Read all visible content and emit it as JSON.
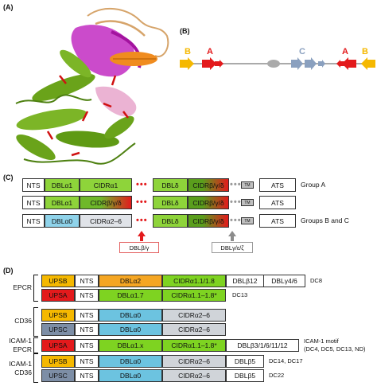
{
  "panels": {
    "a": "(A)",
    "b": "(B)",
    "c": "(C)",
    "d": "(D)"
  },
  "panel_b": {
    "genes": [
      {
        "letter": "B",
        "color": "#f5b800",
        "direction": "right"
      },
      {
        "letter": "A",
        "color": "#e31a1c",
        "direction": "right"
      },
      {
        "letter": "C",
        "color": "#8aa0bf",
        "direction": "right"
      },
      {
        "letter": "A",
        "color": "#e31a1c",
        "direction": "left"
      },
      {
        "letter": "B",
        "color": "#f5b800",
        "direction": "left"
      }
    ]
  },
  "panel_c": {
    "rows": [
      {
        "nts": "NTS",
        "dbl1": "DBLα1",
        "cidr1": "CIDRα1",
        "dbl2": "DBLδ",
        "cidr2": "CIDRβ/γ/δ",
        "tm": "TM",
        "ats": "ATS",
        "group": "Group A"
      },
      {
        "nts": "NTS",
        "dbl1": "DBLα1",
        "cidr1": "CIDRβ/γ/δ",
        "dbl2": "DBLδ",
        "cidr2": "CIDRβ/γ/δ",
        "tm": "TM",
        "ats": "ATS",
        "group": ""
      },
      {
        "nts": "NTS",
        "dbl1": "DBLα0",
        "cidr1": "CIDRα2–6",
        "dbl2": "DBLδ",
        "cidr2": "CIDRβ/γ/δ",
        "tm": "TM",
        "ats": "ATS",
        "group": "Groups B and C"
      }
    ],
    "dots": "•••",
    "left_label": "DBLβ/γ",
    "right_label": "DBLγ/ε/ζ"
  },
  "panel_d": {
    "group_labels": [
      "EPCR",
      "CD36",
      "ICAM-1\nEPCR",
      "ICAM-1\nCD36"
    ],
    "rows": [
      {
        "ups": "UPSB",
        "ups_color": "#f5b800",
        "nts": "NTS",
        "dbl": "DBLα2",
        "dbl_color": "#f5a623",
        "cidr": "CIDRα1.1/1.8",
        "cidr_color": "#7ed321",
        "tail": [
          "DBLβ12",
          "DBLγ4/6"
        ],
        "note": "DC8"
      },
      {
        "ups": "UPSA",
        "ups_color": "#e31a1c",
        "nts": "NTS",
        "dbl": "DBLα1.7",
        "dbl_color": "#7ed321",
        "cidr": "CIDRα1.1–1.8*",
        "cidr_color": "#7ed321",
        "tail": [],
        "note": "DC13"
      },
      {
        "ups": "UPSB",
        "ups_color": "#f5b800",
        "nts": "NTS",
        "dbl": "DBLα0",
        "dbl_color": "#6cc3e0",
        "cidr": "CIDRα2–6",
        "cidr_color": "#d0d4d9",
        "tail": [],
        "note": ""
      },
      {
        "ups": "UPSC",
        "ups_color": "#7d8ea6",
        "nts": "NTS",
        "dbl": "DBLα0",
        "dbl_color": "#6cc3e0",
        "cidr": "CIDRα2–6",
        "cidr_color": "#d0d4d9",
        "tail": [],
        "note": ""
      },
      {
        "ups": "UPSA",
        "ups_color": "#e31a1c",
        "nts": "NTS",
        "dbl": "DBLα1.x",
        "dbl_color": "#7ed321",
        "cidr": "CIDRα1.1–1.8*",
        "cidr_color": "#7ed321",
        "tail": [
          "DBLβ3/1/6/11/12"
        ],
        "note": "ICAM-1 motif\n(DC4, DC5, DC13, ND)"
      },
      {
        "ups": "UPSB",
        "ups_color": "#f5b800",
        "nts": "NTS",
        "dbl": "DBLα0",
        "dbl_color": "#6cc3e0",
        "cidr": "CIDRα2–6",
        "cidr_color": "#d0d4d9",
        "tail": [
          "DBLβ5"
        ],
        "note": "DC14, DC17"
      },
      {
        "ups": "UPSC",
        "ups_color": "#7d8ea6",
        "nts": "NTS",
        "dbl": "DBLα0",
        "dbl_color": "#6cc3e0",
        "cidr": "CIDRα2–6",
        "cidr_color": "#d0d4d9",
        "tail": [
          "DBLβ5"
        ],
        "note": "DC22"
      }
    ]
  }
}
